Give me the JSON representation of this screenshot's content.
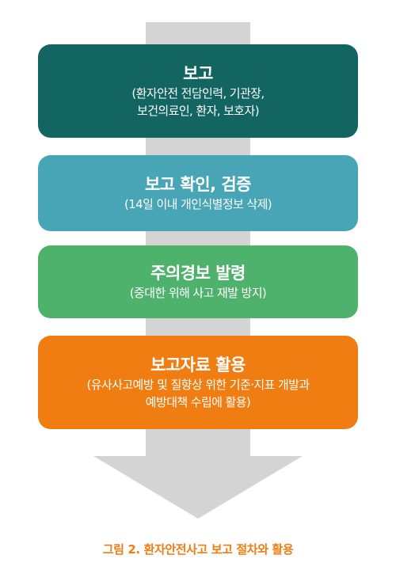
{
  "colors": {
    "arrow": "#d4d4d4",
    "step1": "#136562",
    "step2": "#47a5b6",
    "step3": "#4fb26c",
    "step4": "#ef7d12",
    "caption": "#ef7d12"
  },
  "steps": [
    {
      "title": "보고",
      "sub1": "(환자안전 전담인력, 기관장,",
      "sub2": "보건의료인, 환자, 보호자)"
    },
    {
      "title": "보고 확인, 검증",
      "sub1": "(14일 이내 개인식별정보 삭제)",
      "sub2": ""
    },
    {
      "title": "주의경보 발령",
      "sub1": "(중대한 위해 사고 재발 방지)",
      "sub2": ""
    },
    {
      "title": "보고자료 활용",
      "sub1": "(유사사고예방 및 질향상 위한 기준·지표 개발과",
      "sub2": "예방대책 수립에 활용)"
    }
  ],
  "caption": "그림 2. 환자안전사고 보고 절차와 활용"
}
